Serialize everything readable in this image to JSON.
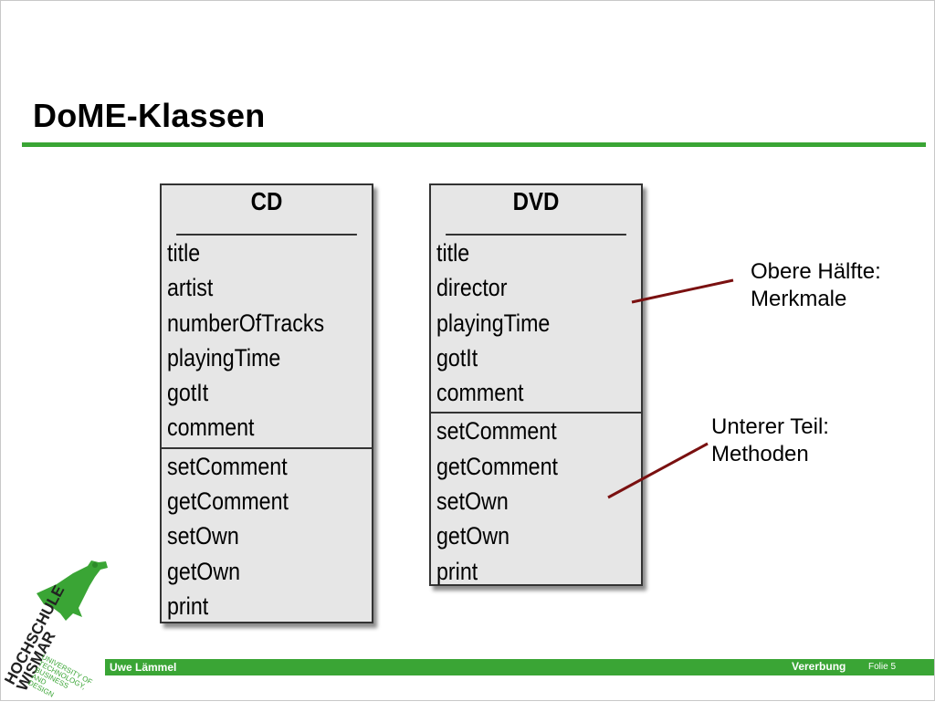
{
  "slide": {
    "title": "DoME-Klassen"
  },
  "cd_class": {
    "name": "CD",
    "fields": [
      "title",
      "artist",
      "numberOfTracks",
      "playingTime",
      "gotIt",
      "comment"
    ],
    "methods": [
      "setComment",
      "getComment",
      "setOwn",
      "getOwn",
      "print"
    ]
  },
  "dvd_class": {
    "name": "DVD",
    "fields": [
      "title",
      "director",
      "playingTime",
      "gotIt",
      "comment"
    ],
    "methods": [
      "setComment",
      "getComment",
      "setOwn",
      "getOwn",
      "print"
    ]
  },
  "notes": {
    "upper_line1": "Obere Hälfte:",
    "upper_line2": "Merkmale",
    "lower_line1": "Unterer Teil:",
    "lower_line2": "Methoden"
  },
  "footer": {
    "author": "Uwe Lämmel",
    "topic": "Vererbung",
    "page": "Folie 5"
  },
  "logo": {
    "name_line1": "HOCHSCHULE",
    "name_line2": "WISMAR",
    "subtitle": [
      "UNIVERSITY OF",
      "TECHNOLOGY,",
      "BUSINESS",
      "AND",
      "DESIGN"
    ]
  },
  "colors": {
    "accent_green": "#3aa535",
    "connector_red": "#7a1010",
    "uml_fill": "#e6e6e6"
  }
}
